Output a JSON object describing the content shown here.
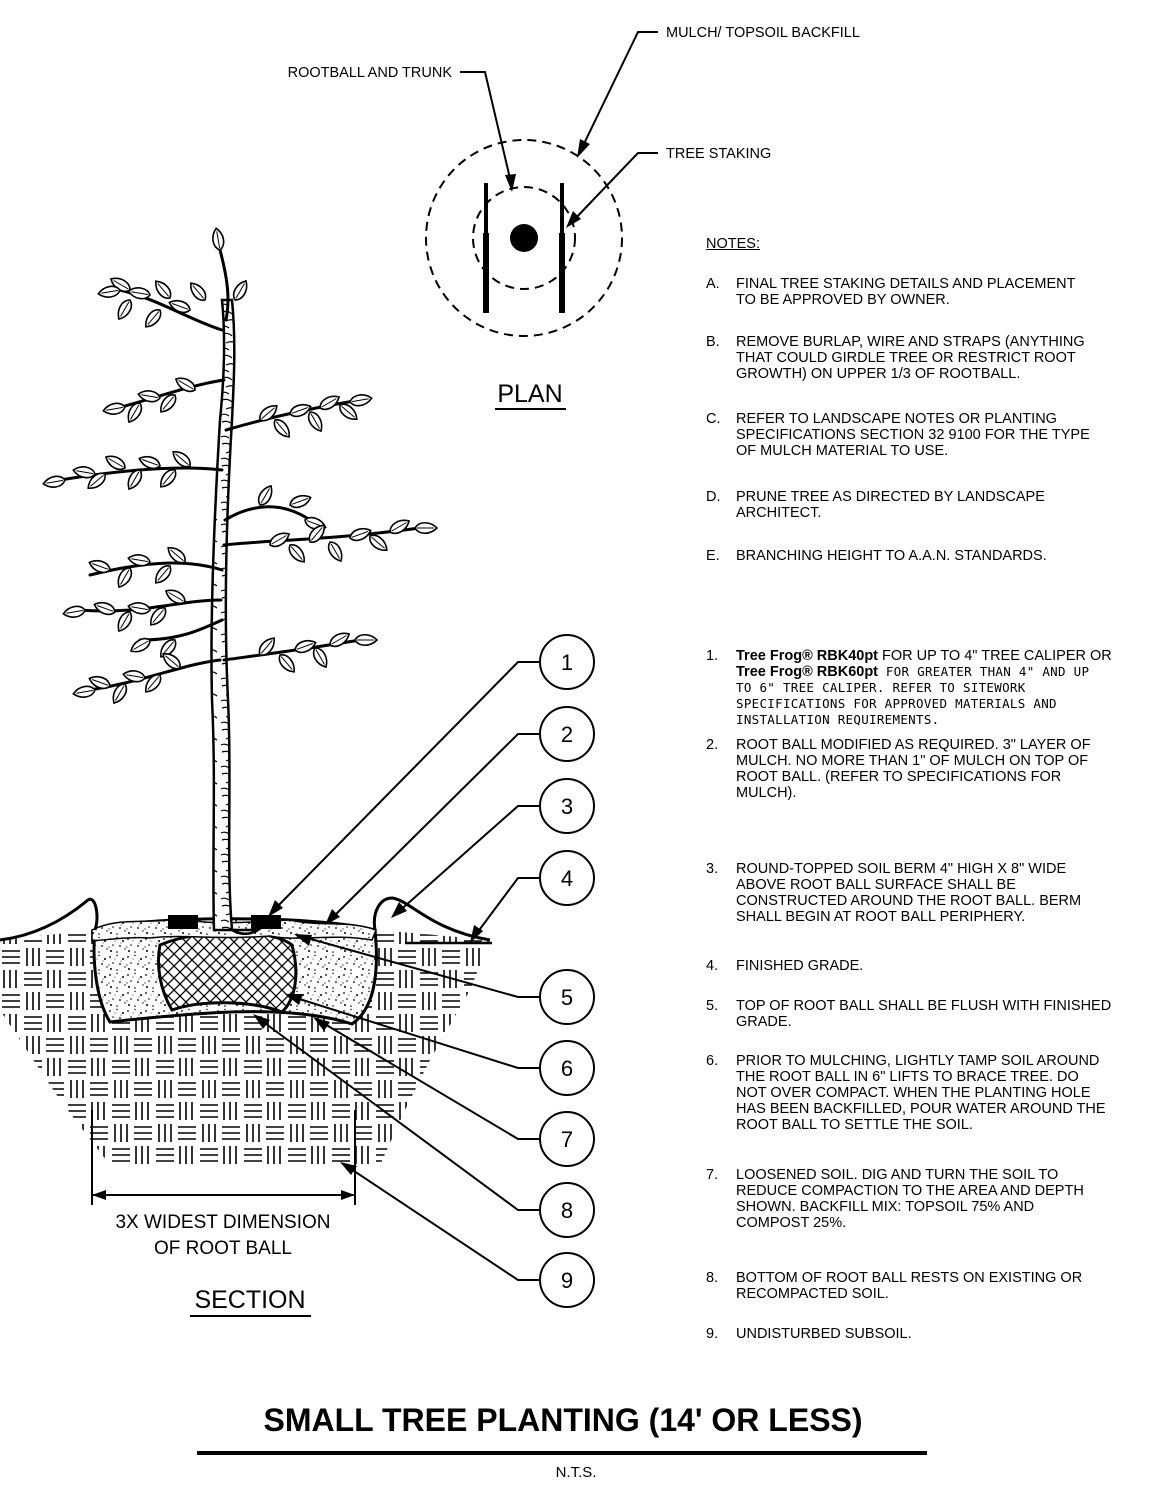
{
  "plan": {
    "label": "PLAN",
    "callouts": {
      "rootball_trunk": "ROOTBALL AND TRUNK",
      "mulch_backfill": "MULCH/ TOPSOIL BACKFILL",
      "tree_staking": "TREE STAKING"
    }
  },
  "section": {
    "label": "SECTION",
    "dimension_line1": "3X WIDEST DIMENSION",
    "dimension_line2": "OF ROOT BALL",
    "callout_numbers": [
      "1",
      "2",
      "3",
      "4",
      "5",
      "6",
      "7",
      "8",
      "9"
    ]
  },
  "notes": {
    "heading": "NOTES:",
    "lettered": [
      {
        "key": "A.",
        "text": "FINAL TREE STAKING DETAILS AND PLACEMENT\nTO BE APPROVED BY OWNER."
      },
      {
        "key": "B.",
        "text": "REMOVE BURLAP, WIRE AND STRAPS (ANYTHING\nTHAT COULD GIRDLE TREE OR RESTRICT ROOT\nGROWTH) ON UPPER 1/3 OF ROOTBALL."
      },
      {
        "key": "C.",
        "text": "REFER TO LANDSCAPE NOTES OR PLANTING\nSPECIFICATIONS SECTION 32 9100 FOR THE TYPE\nOF MULCH MATERIAL TO USE."
      },
      {
        "key": "D.",
        "text": "PRUNE TREE AS DIRECTED BY LANDSCAPE\nARCHITECT."
      },
      {
        "key": "E.",
        "text": "BRANCHING HEIGHT TO A.A.N. STANDARDS."
      }
    ],
    "numbered": [
      {
        "key": "1.",
        "product1": "Tree Frog® RBK40pt",
        "text1": " FOR UP TO 4\" TREE CALIPER OR",
        "product2": "Tree Frog® RBK60pt",
        "text2": " FOR GREATER THAN 4\" AND UP",
        "text3": "TO 6\" TREE CALIPER. REFER TO SITEWORK\nSPECIFICATIONS FOR APPROVED MATERIALS AND\nINSTALLATION REQUIREMENTS."
      },
      {
        "key": "2.",
        "text": "ROOT BALL MODIFIED AS REQUIRED.  3\" LAYER OF\nMULCH.  NO MORE THAN 1\" OF MULCH ON TOP OF\nROOT BALL.  (REFER TO SPECIFICATIONS FOR\nMULCH)."
      },
      {
        "key": "3.",
        "text": "ROUND-TOPPED SOIL BERM 4\" HIGH X 8\" WIDE\nABOVE ROOT BALL SURFACE SHALL BE\nCONSTRUCTED AROUND THE ROOT BALL.  BERM\nSHALL BEGIN AT ROOT BALL PERIPHERY."
      },
      {
        "key": "4.",
        "text": "FINISHED GRADE."
      },
      {
        "key": "5.",
        "text": "TOP OF ROOT BALL SHALL BE FLUSH WITH FINISHED\nGRADE."
      },
      {
        "key": "6.",
        "text": "PRIOR TO MULCHING, LIGHTLY TAMP SOIL AROUND\nTHE ROOT BALL IN 6\" LIFTS TO BRACE TREE.  DO\nNOT OVER COMPACT.  WHEN THE PLANTING HOLE\nHAS BEEN BACKFILLED, POUR WATER AROUND THE\nROOT BALL TO SETTLE THE SOIL."
      },
      {
        "key": "7.",
        "text": "LOOSENED SOIL. DIG AND TURN THE SOIL TO\nREDUCE COMPACTION TO THE AREA AND DEPTH\nSHOWN.  BACKFILL MIX: TOPSOIL 75% AND\nCOMPOST 25%."
      },
      {
        "key": "8.",
        "text": "BOTTOM OF ROOT BALL RESTS ON EXISTING OR\nRECOMPACTED SOIL."
      },
      {
        "key": "9.",
        "text": "UNDISTURBED SUBSOIL."
      }
    ]
  },
  "title": "SMALL TREE PLANTING (14' OR LESS)",
  "scale_note": "N.T.S."
}
